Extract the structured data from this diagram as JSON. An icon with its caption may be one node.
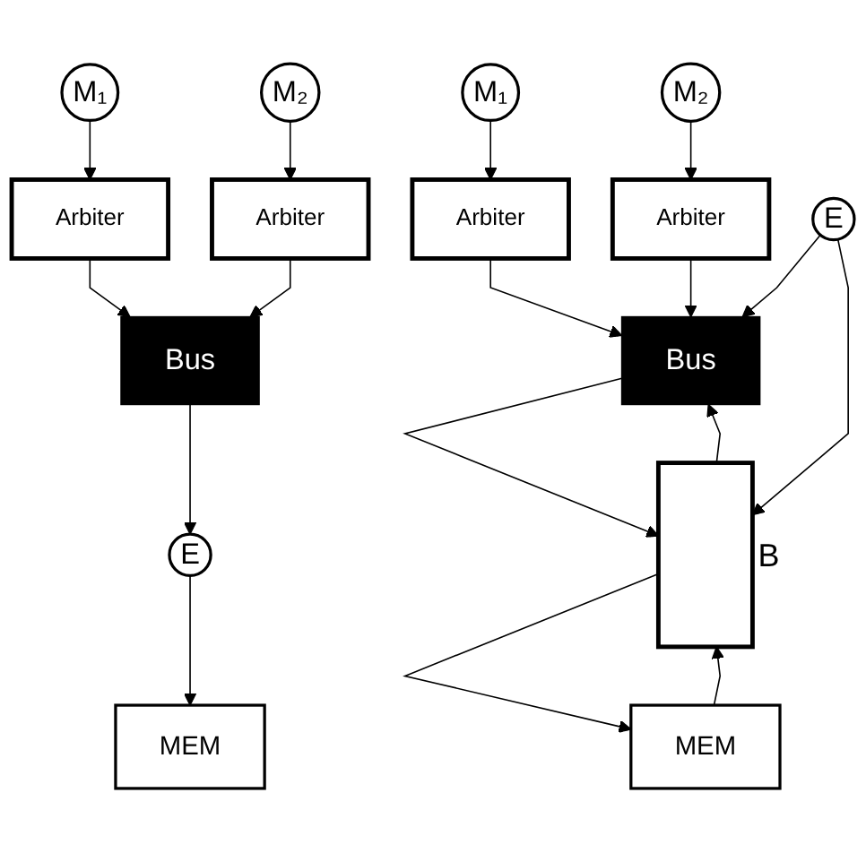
{
  "diagram": {
    "nodes": [
      {
        "text": [
          "M₁"
        ]
      },
      {
        "text": [
          "M₂"
        ]
      },
      {
        "text": [
          "Arbiter"
        ]
      },
      {
        "text": [
          "Arbiter"
        ]
      },
      {
        "text": [
          "Bus"
        ]
      },
      {
        "text": [
          "E"
        ]
      },
      {
        "text": [
          "MEM"
        ]
      },
      {
        "text": [
          "M₁"
        ]
      },
      {
        "text": [
          "M₂"
        ]
      },
      {
        "text": [
          "Arbiter"
        ]
      },
      {
        "text": [
          "Arbiter"
        ]
      },
      {
        "text": [
          "Bus"
        ]
      },
      {
        "text": [
          "E"
        ]
      },
      {
        "text": [],
        "shape": "box",
        "beside": [
          "B"
        ]
      },
      {
        "text": [
          "MEM"
        ]
      }
    ],
    "edges": [
      {
        "from": 0,
        "to": 2,
        "arrow": "to"
      },
      {
        "from": 1,
        "to": 3,
        "arrow": "to"
      },
      {
        "from": 2,
        "to": 4,
        "arrow": "to"
      },
      {
        "from": 3,
        "to": 4,
        "arrow": "to"
      },
      {
        "from": 4,
        "to": 5,
        "arrow": "to"
      },
      {
        "from": 5,
        "to": 6,
        "arrow": "to"
      },
      {
        "from": 7,
        "to": 9,
        "arrow": "to"
      },
      {
        "from": 8,
        "to": 10,
        "arrow": "to"
      },
      {
        "from": 9,
        "to": 11,
        "arrow": "to"
      },
      {
        "from": 10,
        "to": 11,
        "arrow": "to"
      },
      {
        "from": 12,
        "to": 11,
        "arrow": "to"
      },
      {
        "from": 11,
        "to": 13,
        "arrow": "to"
      },
      {
        "from": 13,
        "to": 11,
        "arrow": "to"
      },
      {
        "from": 12,
        "to": 13,
        "arrow": "to"
      },
      {
        "from": 13,
        "to": 14,
        "arrow": "to"
      },
      {
        "from": 14,
        "to": 13,
        "arrow": "to"
      }
    ]
  }
}
